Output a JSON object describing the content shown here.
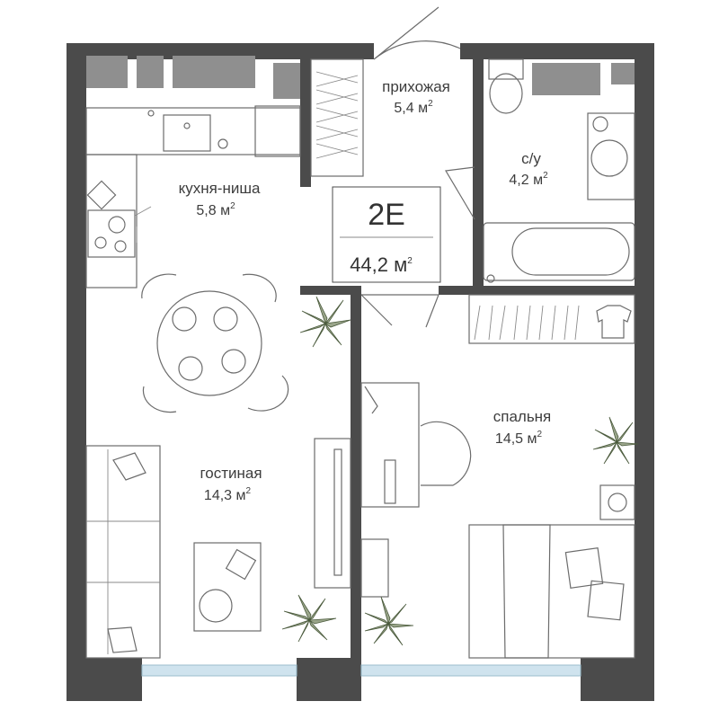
{
  "plan": {
    "apartment_code": "2E",
    "total_area": "44,2 м",
    "area_unit_sup": "2"
  },
  "rooms": [
    {
      "id": "hallway",
      "name": "прихожая",
      "area": "5,4 м",
      "sup": "2"
    },
    {
      "id": "bathroom",
      "name": "с/у",
      "area": "4,2 м",
      "sup": "2"
    },
    {
      "id": "kitchen",
      "name": "кухня-ниша",
      "area": "5,8 м",
      "sup": "2"
    },
    {
      "id": "living",
      "name": "гостиная",
      "area": "14,3 м",
      "sup": "2"
    },
    {
      "id": "bedroom",
      "name": "спальня",
      "area": "14,5 м",
      "sup": "2"
    }
  ],
  "colors": {
    "wall": "#4b4b4b",
    "text": "#3d3d3d",
    "window": "#8f8f8f",
    "glazing": "#cfe3ee",
    "plant": "#9aa58a"
  }
}
